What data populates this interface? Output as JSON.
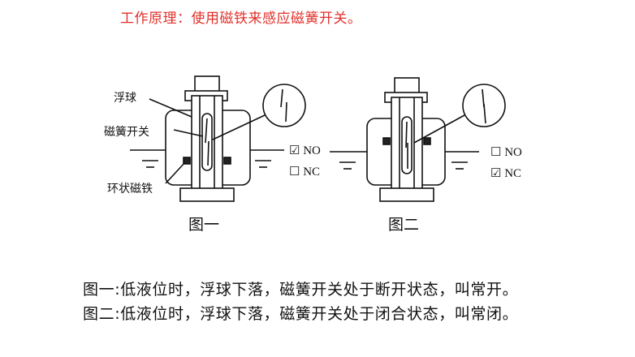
{
  "title": "工作原理：使用磁铁来感应磁簧开关。",
  "figure1": {
    "labels": {
      "float": "浮球",
      "reed": "磁簧开关",
      "ring": "环状磁铁"
    },
    "no": "NO",
    "nc": "NC",
    "no_checked": true,
    "nc_checked": false,
    "caption": "图一"
  },
  "figure2": {
    "no": "NO",
    "nc": "NC",
    "no_checked": false,
    "nc_checked": true,
    "caption": "图二"
  },
  "descriptions": [
    "图一:低液位时，浮球下落，磁簧开关处于断开状态，叫常开。",
    "图二:低液位时，浮球下落，磁簧开关处于闭合状态，叫常闭。"
  ]
}
